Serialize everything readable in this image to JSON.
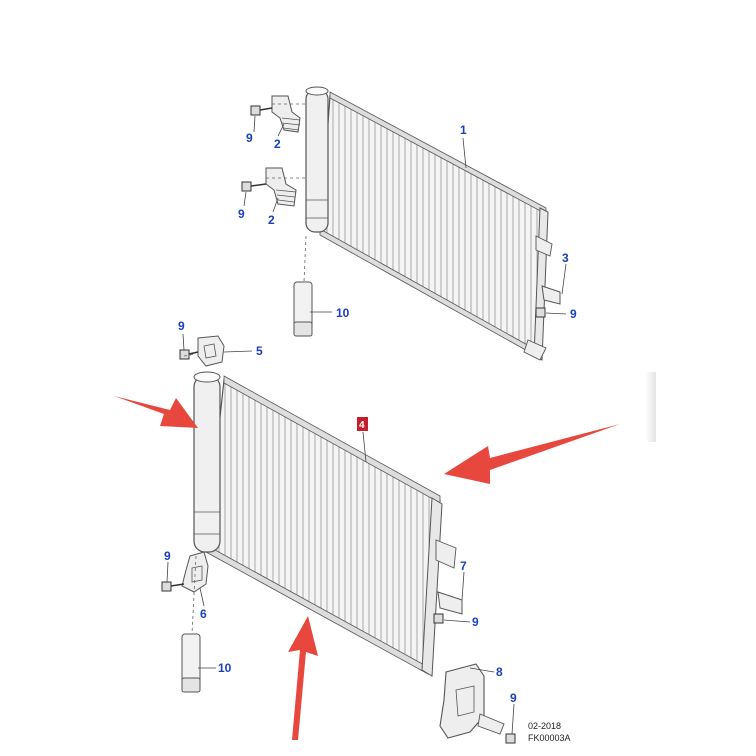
{
  "diagram": {
    "callouts": {
      "upper_condenser": "1",
      "bracket_upper_a": "2",
      "bracket_upper_b": "2",
      "bracket_upper_right": "3",
      "lower_condenser": "4",
      "bracket_left_top": "5",
      "bracket_left_bottom": "6",
      "bracket_right_mid": "7",
      "bracket_right_bottom": "8",
      "bolt_1": "9",
      "bolt_2": "9",
      "bolt_3": "9",
      "bolt_4": "9",
      "bolt_5": "9",
      "bolt_6": "9",
      "bolt_7": "9",
      "drier_upper": "10",
      "drier_lower": "10"
    },
    "footer": {
      "date": "02-2018",
      "code": "FK00003A"
    },
    "arrow_color": "#e8473d",
    "callout_color": "#1a3fc0",
    "highlight_color": "#c41e2a"
  }
}
